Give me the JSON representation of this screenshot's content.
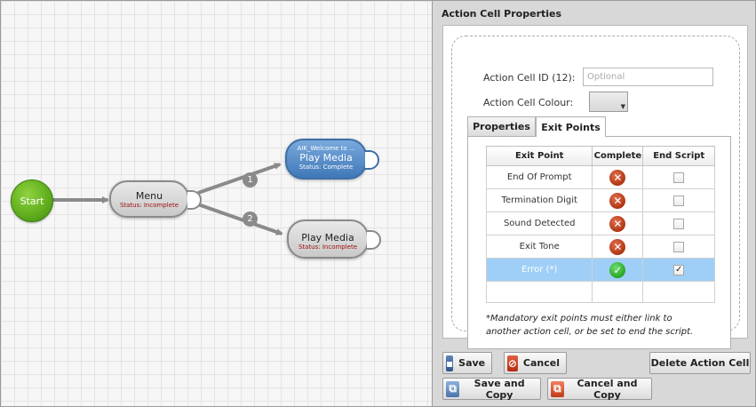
{
  "canvas": {
    "start_label": "Start",
    "menu": {
      "title": "Menu",
      "status": "Status: Incomplete"
    },
    "play_media_1": {
      "prefix": "AIK_Welcome to ...",
      "title": "Play Media",
      "status": "Status: Complete"
    },
    "play_media_2": {
      "title": "Play Media",
      "status": "Status: Incomplete"
    },
    "connector_badges": [
      "1",
      "2"
    ]
  },
  "panel": {
    "title": "Action Cell Properties",
    "id_label": "Action Cell ID (12):",
    "id_placeholder": "Optional",
    "id_value": "",
    "colour_label": "Action Cell Colour:",
    "tabs": [
      {
        "label": "Properties",
        "active": false
      },
      {
        "label": "Exit Points",
        "active": true
      }
    ],
    "table": {
      "headers": [
        "Exit Point",
        "Complete",
        "End Script"
      ],
      "rows": [
        {
          "name": "End Of Prompt",
          "complete": false,
          "end_script": false
        },
        {
          "name": "Termination Digit",
          "complete": false,
          "end_script": false
        },
        {
          "name": "Sound Detected",
          "complete": false,
          "end_script": false
        },
        {
          "name": "Exit Tone",
          "complete": false,
          "end_script": false
        },
        {
          "name": "Error (*)",
          "complete": true,
          "end_script": true,
          "selected": true
        }
      ]
    },
    "note": "*Mandatory exit points must either link to another action cell, or be set to end the script."
  },
  "buttons": {
    "save": "Save",
    "cancel": "Cancel",
    "delete": "Delete Action Cell",
    "save_copy": "Save and Copy",
    "cancel_copy": "Cancel and Copy"
  },
  "colors": {
    "start_green": "#62b01f",
    "complete_blue": "#3f78b8",
    "selected_row": "#9fcff6",
    "incomplete_red": "#b03512",
    "complete_green": "#26a826"
  }
}
